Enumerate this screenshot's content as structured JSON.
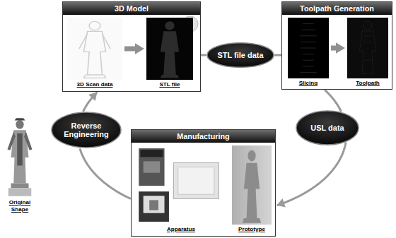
{
  "diagram": {
    "nodes": [
      {
        "text": [
          "3D Model"
        ]
      },
      {
        "text": [
          "3D Scan data"
        ],
        "in": 0
      },
      {
        "text": [
          "STL file"
        ],
        "in": 0
      },
      {
        "text": [
          "Toolpath Generation"
        ]
      },
      {
        "text": [
          "Slicing"
        ],
        "in": 3
      },
      {
        "text": [
          "Toolpath"
        ],
        "in": 3
      },
      {
        "text": [
          "Manufacturing"
        ]
      },
      {
        "text": [
          "Apparatus"
        ],
        "in": 6
      },
      {
        "text": [
          "Prototype"
        ],
        "in": 6
      },
      {
        "text": [
          "STL file data"
        ]
      },
      {
        "text": [
          "USL data"
        ]
      },
      {
        "text": [
          "Reverse Engineering"
        ]
      },
      {
        "text": [
          "Original Shape"
        ]
      }
    ],
    "edges": [
      {
        "from": 1,
        "to": 2,
        "arrow": "to"
      },
      {
        "from": 4,
        "to": 5,
        "arrow": "to"
      },
      {
        "from": 0,
        "to": 9,
        "arrow": "none"
      },
      {
        "from": 9,
        "to": 3,
        "arrow": "none"
      },
      {
        "from": 3,
        "to": 10,
        "arrow": "none"
      },
      {
        "from": 10,
        "to": 6,
        "arrow": "to"
      },
      {
        "from": 6,
        "to": 11,
        "arrow": "none"
      },
      {
        "from": 11,
        "to": 0,
        "arrow": "to"
      }
    ]
  }
}
